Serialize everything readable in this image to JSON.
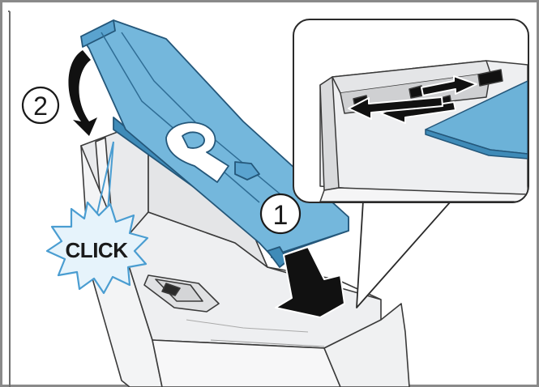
{
  "callouts": {
    "click": "CLICK",
    "step1": "1",
    "step2": "2"
  },
  "colors": {
    "frame": "#888888",
    "part_blue": "#6cb2d8",
    "part_blue_dark": "#3d85b3",
    "housing": "#f1f2f3",
    "outline": "#333333",
    "burst_fill": "#e6f3fb",
    "burst_stroke": "#4a9dd1",
    "arrow": "#111111"
  }
}
